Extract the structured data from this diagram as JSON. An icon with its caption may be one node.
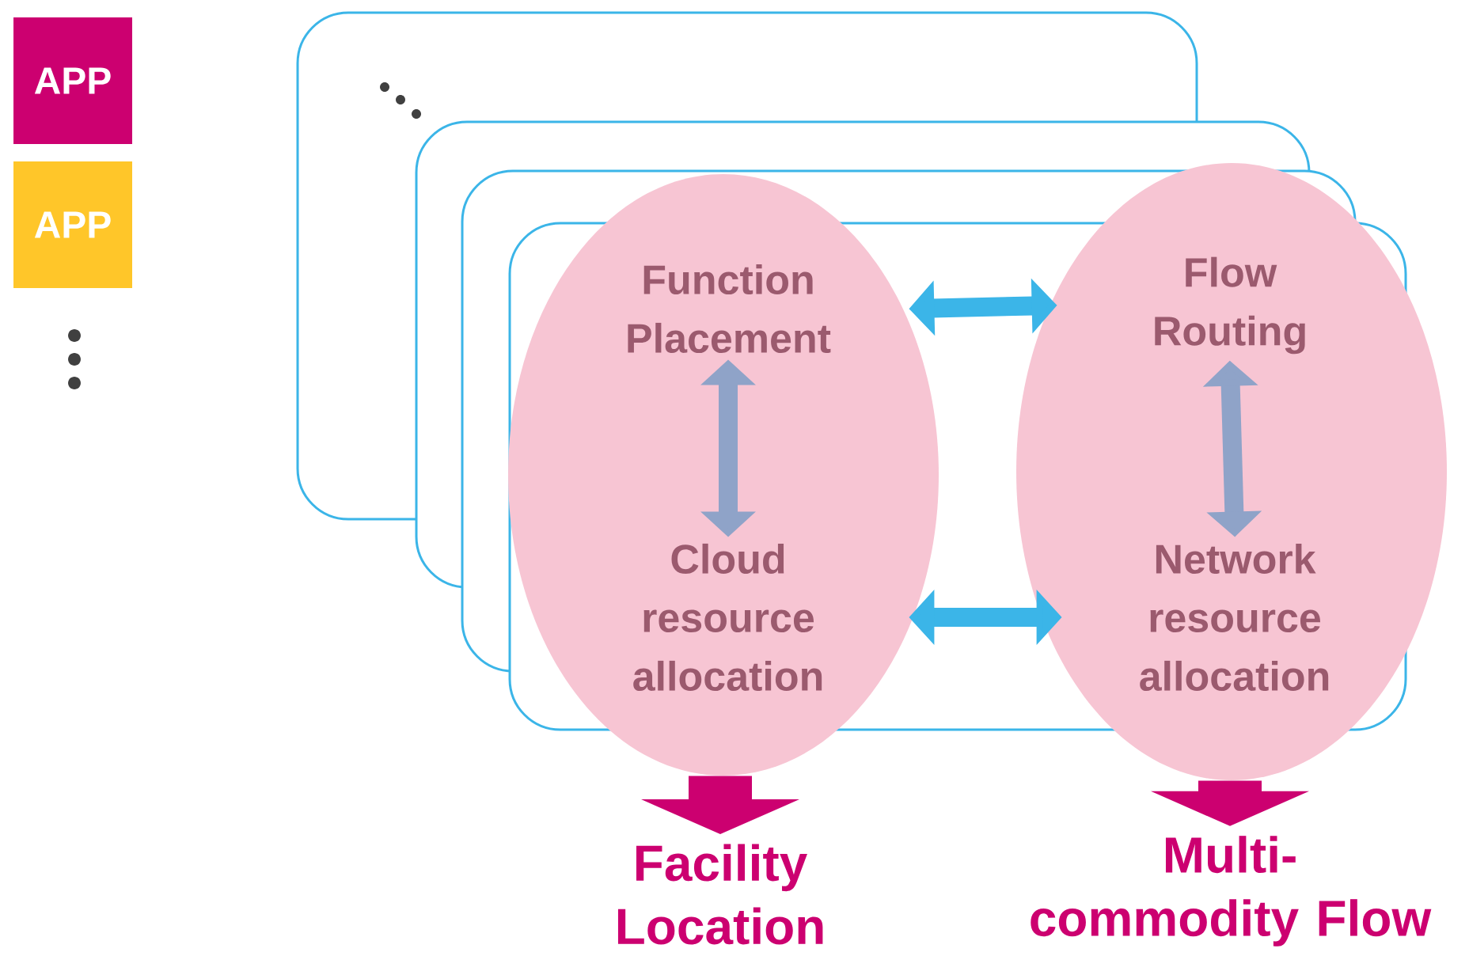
{
  "diagram": {
    "nodes": [
      {
        "text": [
          "APP"
        ]
      },
      {
        "text": [
          "APP"
        ]
      },
      {
        "text": [],
        "shape": "ellipse"
      },
      {
        "text": [
          "Function Placement"
        ],
        "in": 2
      },
      {
        "text": [
          "Cloud resource allocation"
        ],
        "in": 2
      },
      {
        "text": [],
        "shape": "ellipse"
      },
      {
        "text": [
          "Flow Routing"
        ],
        "in": 5
      },
      {
        "text": [
          "Network resource allocation"
        ],
        "in": 5
      },
      {
        "text": [
          "Facility Location"
        ]
      },
      {
        "text": [
          "Multi-commodity Flow"
        ]
      }
    ],
    "edges": [
      {
        "from": 3,
        "to": 6,
        "arrow": "both",
        "color": "#3bb5e8"
      },
      {
        "from": 3,
        "to": 4,
        "arrow": "both",
        "color": "#8fa3c8"
      },
      {
        "from": 6,
        "to": 7,
        "arrow": "both",
        "color": "#8fa3c8"
      },
      {
        "from": 4,
        "to": 7,
        "arrow": "both",
        "color": "#3bb5e8"
      },
      {
        "from": 2,
        "to": 8,
        "arrow": "to",
        "style": "thick",
        "color": "#cc0070"
      },
      {
        "from": 5,
        "to": 9,
        "arrow": "to",
        "style": "thick",
        "color": "#cc0070"
      }
    ]
  }
}
